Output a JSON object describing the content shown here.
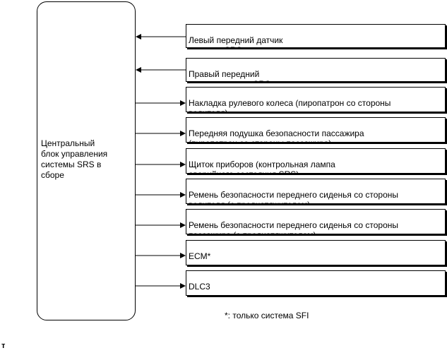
{
  "ecu": {
    "label": "Центральный\nблок управления\nсистемы SRS в\nсборе"
  },
  "components": [
    {
      "label": "Левый передний датчик\nсистемы SRS",
      "direction": "to-ecu"
    },
    {
      "label": "Правый передний\nдатчик системы SRS",
      "direction": "to-ecu"
    },
    {
      "label": "Накладка рулевого колеса (пиропатрон со стороны\nводителя)",
      "direction": "from-ecu"
    },
    {
      "label": "Передняя подушка безопасности пассажира\n(пиропатрон со стороны пассажира)",
      "direction": "from-ecu"
    },
    {
      "label": "Щиток приборов (контрольная лампа\nаварийного состояния SRS)",
      "direction": "from-ecu"
    },
    {
      "label": "Ремень безопасности переднего сиденья со стороны\nводителя (с преднатяжителем)",
      "direction": "from-ecu"
    },
    {
      "label": "Ремень безопасности переднего сиденья со стороны\nпассажира (с преднатяжителем)",
      "direction": "from-ecu"
    },
    {
      "label": "ECM*",
      "direction": "from-ecu"
    },
    {
      "label": "DLC3",
      "direction": "from-ecu"
    }
  ],
  "footnote": "*: только система SFI",
  "corner_mark": "т"
}
